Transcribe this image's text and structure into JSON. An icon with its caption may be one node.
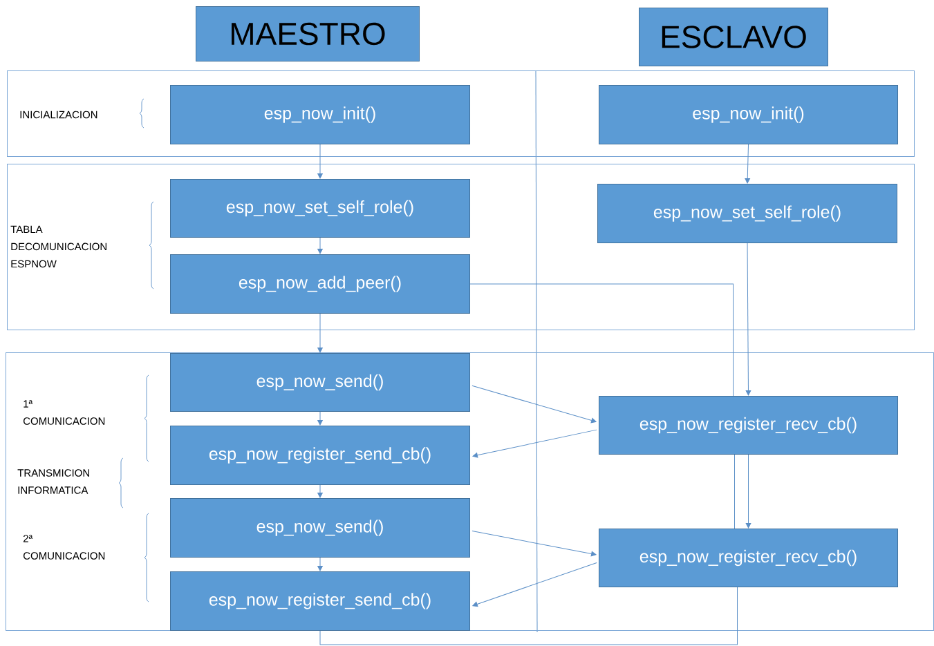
{
  "diagram": {
    "nodes": [
      {
        "text": [
          "MAESTRO"
        ]
      },
      {
        "text": [
          "ESCLAVO"
        ]
      },
      {
        "text": [
          "INICIALIZACION"
        ]
      },
      {
        "text": [
          "esp_now_init()"
        ],
        "in": 2
      },
      {
        "text": [
          "esp_now_init()"
        ],
        "in": 2
      },
      {
        "text": [
          "TABLA DECOMUNICACION ESPNOW"
        ]
      },
      {
        "text": [
          "esp_now_set_self_role()"
        ],
        "in": 5
      },
      {
        "text": [
          "esp_now_add_peer()"
        ],
        "in": 5
      },
      {
        "text": [
          "esp_now_set_self_role()"
        ],
        "in": 5
      },
      {
        "text": [
          "1ª COMUNICACION",
          "TRANSMICION INFORMATICA",
          "2ª COMUNICACION"
        ]
      },
      {
        "text": [
          "esp_now_send()"
        ],
        "in": 9
      },
      {
        "text": [
          "esp_now_register_send_cb()"
        ],
        "in": 9
      },
      {
        "text": [
          "esp_now_register_recv_cb()"
        ],
        "in": 9
      },
      {
        "text": [
          "esp_now_send()"
        ],
        "in": 9
      },
      {
        "text": [
          "esp_now_register_send_cb()"
        ],
        "in": 9
      },
      {
        "text": [
          "esp_now_register_recv_cb()"
        ],
        "in": 9
      }
    ],
    "edges": [
      {
        "from": 3,
        "to": 6,
        "arrow": "to"
      },
      {
        "from": 6,
        "to": 7,
        "arrow": "to"
      },
      {
        "from": 7,
        "to": 10,
        "arrow": "to"
      },
      {
        "from": 10,
        "to": 11,
        "arrow": "to"
      },
      {
        "from": 11,
        "to": 13,
        "arrow": "to"
      },
      {
        "from": 13,
        "to": 14,
        "arrow": "to"
      },
      {
        "from": 4,
        "to": 8,
        "arrow": "to"
      },
      {
        "from": 8,
        "to": 12,
        "arrow": "to"
      },
      {
        "from": 12,
        "to": 15,
        "arrow": "to"
      },
      {
        "from": 10,
        "to": 12,
        "arrow": "to"
      },
      {
        "from": 12,
        "to": 11,
        "arrow": "to"
      },
      {
        "from": 13,
        "to": 15,
        "arrow": "to"
      },
      {
        "from": 15,
        "to": 14,
        "arrow": "to"
      },
      {
        "from": 7,
        "to": 12,
        "arrow": "none"
      },
      {
        "from": 12,
        "to": 15,
        "arrow": "none"
      },
      {
        "from": 15,
        "to": 14,
        "arrow": "none"
      }
    ]
  }
}
